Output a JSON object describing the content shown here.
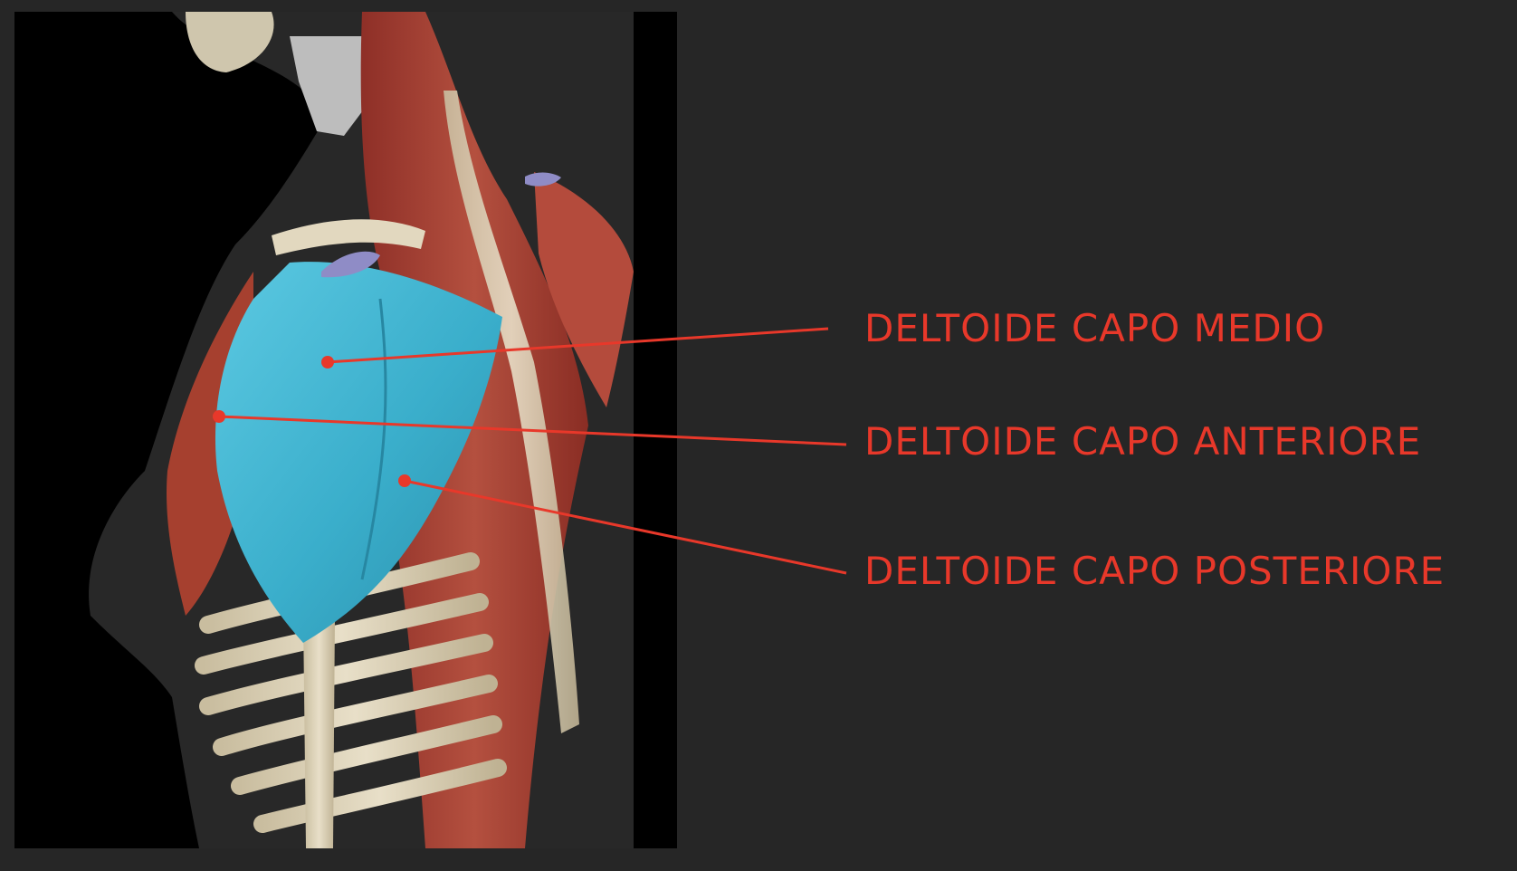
{
  "figure": {
    "subject": "anatomical-illustration-shoulder-torso",
    "background_color": "#262626",
    "panel_color": "#000000",
    "highlight_color": "#3ab3cf",
    "muscle_color": "#a8443a",
    "bone_color": "#ddd3bb",
    "accent_color": "#e8382a"
  },
  "labels": [
    {
      "id": "medio",
      "text": "DELTOIDE CAPO MEDIO"
    },
    {
      "id": "anteriore",
      "text": "DELTOIDE CAPO ANTERIORE"
    },
    {
      "id": "posteriore",
      "text": "DELTOIDE CAPO POSTERIORE"
    }
  ]
}
